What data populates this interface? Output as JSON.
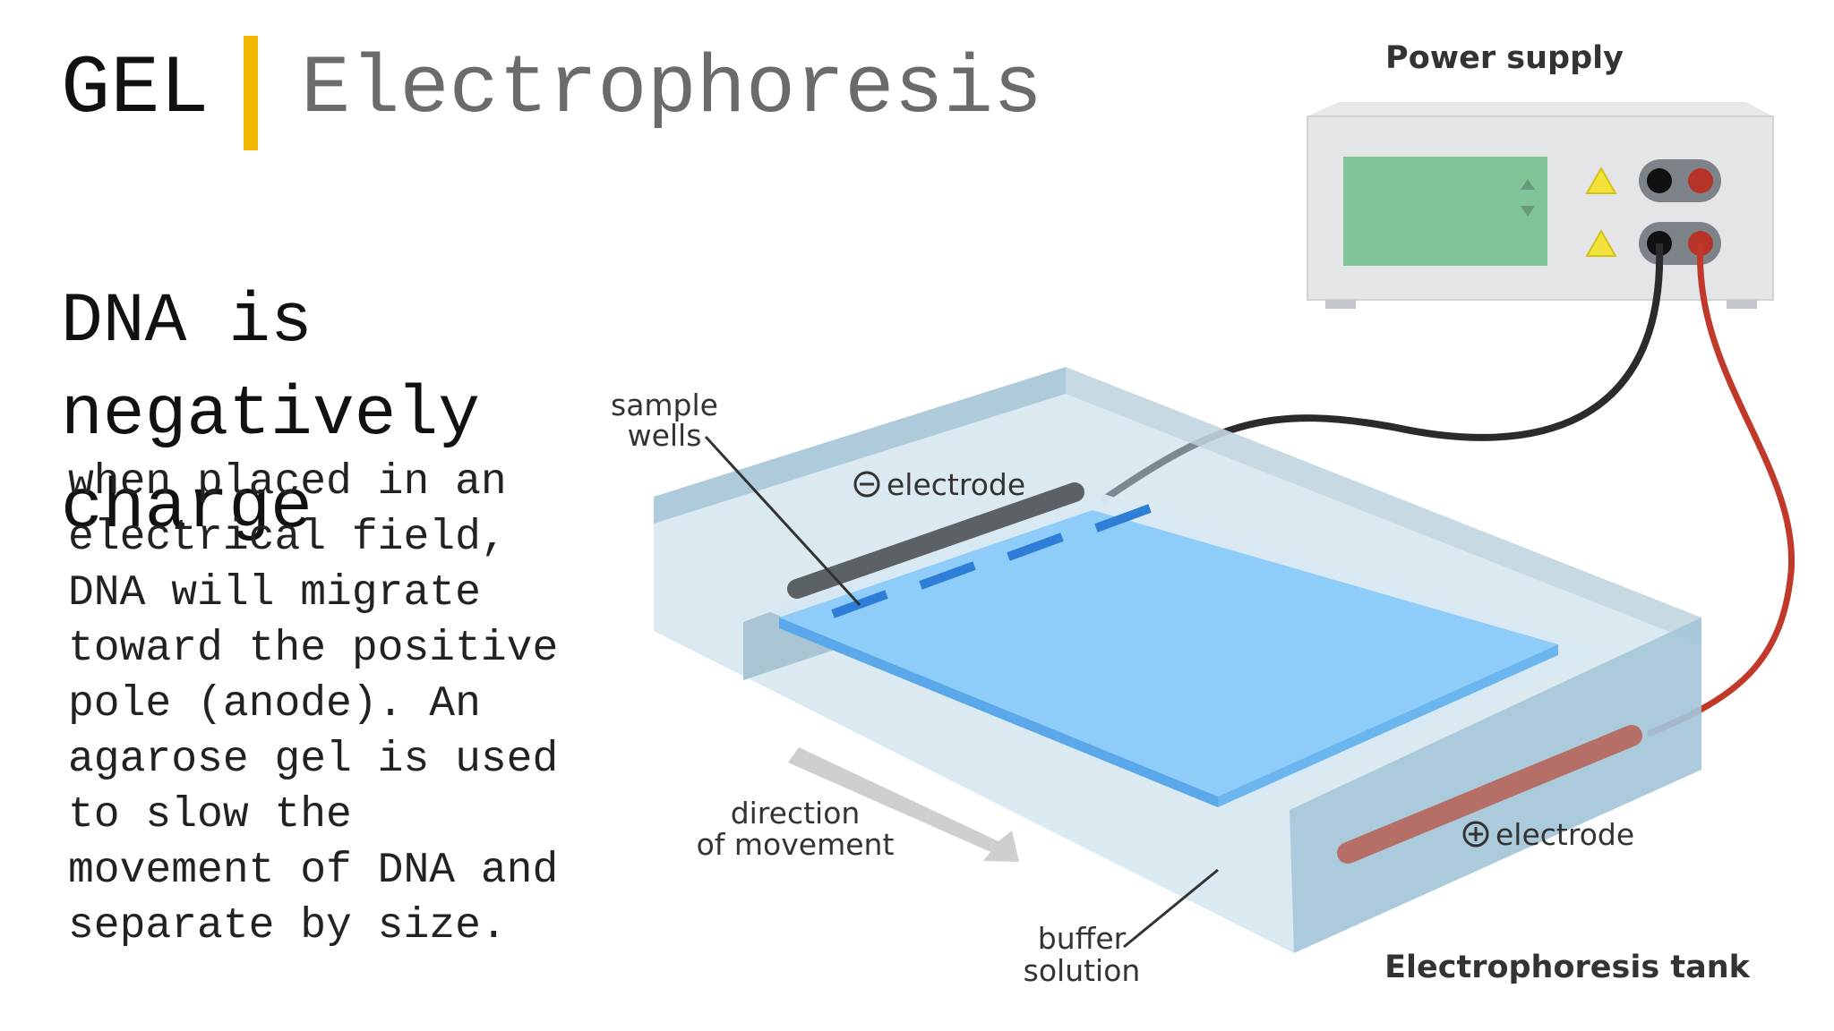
{
  "title": {
    "word1": "GEL",
    "word2": "Electrophoresis"
  },
  "subtitle": "DNA is negatively charge",
  "body": "when placed in an electrical field, DNA will migrate toward the positive pole (anode). An agarose gel is used to slow the movement of DNA and separate by size.",
  "diagram": {
    "power_supply": "Power supply",
    "sample_wells": [
      "sample",
      "wells"
    ],
    "neg_electrode": "electrode",
    "pos_electrode": "electrode",
    "direction": [
      "direction",
      "of movement"
    ],
    "buffer": [
      "buffer",
      "solution"
    ],
    "tank": "Electrophoresis tank"
  },
  "colors": {
    "accent": "#f5b800",
    "gel": "#8ecdf9",
    "screen": "#80c497",
    "red_wire": "#c0392b",
    "black_wire": "#2b2b2b"
  }
}
